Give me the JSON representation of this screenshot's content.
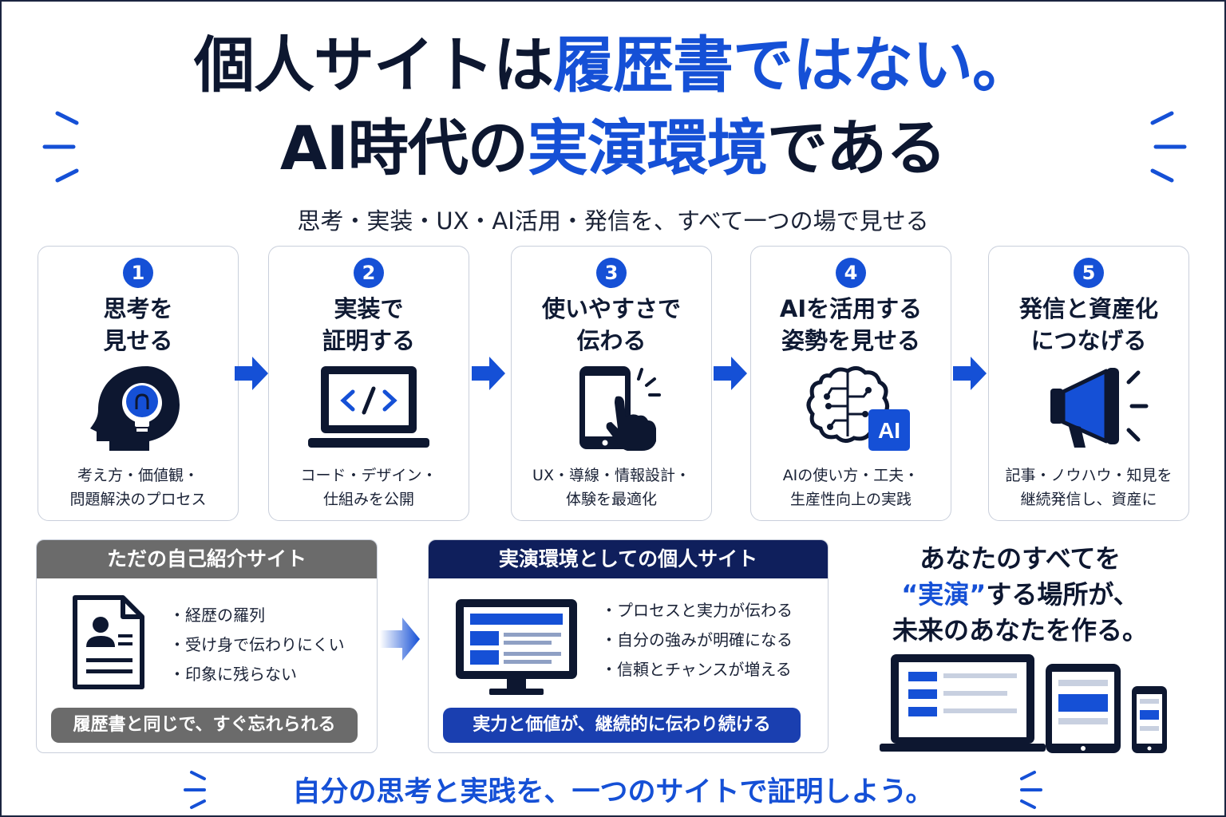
{
  "headline": {
    "line1_dark": "個人サイトは",
    "line1_blue": "履歴書ではない。",
    "line2_dark_a": "AI時代の",
    "line2_blue": "実演環境",
    "line2_dark_b": "である"
  },
  "subtitle": "思考・実装・UX・AI活用・発信を、すべて一つの場で見せる",
  "steps": [
    {
      "num": "1",
      "title": "思考を\n見せる",
      "desc": "考え方・価値観・\n問題解決のプロセス",
      "icon": "head-lightbulb-icon"
    },
    {
      "num": "2",
      "title": "実装で\n証明する",
      "desc": "コード・デザイン・\n仕組みを公開",
      "icon": "laptop-code-icon"
    },
    {
      "num": "3",
      "title": "使いやすさで\n伝わる",
      "desc": "UX・導線・情報設計・\n体験を最適化",
      "icon": "smartphone-tap-icon"
    },
    {
      "num": "4",
      "title": "AIを活用する\n姿勢を見せる",
      "desc": "AIの使い方・工夫・\n生産性向上の実践",
      "icon": "brain-ai-icon",
      "badge": "AI"
    },
    {
      "num": "5",
      "title": "発信と資産化\nにつなげる",
      "desc": "記事・ノウハウ・知見を\n継続発信し、資産に",
      "icon": "megaphone-icon"
    }
  ],
  "compare_plain": {
    "heading": "ただの自己紹介サイト",
    "items": [
      "経歴の羅列",
      "受け身で伝わりにくい",
      "印象に残らない"
    ],
    "footer": "履歴書と同じで、すぐ忘れられる"
  },
  "compare_demo": {
    "heading": "実演環境としての個人サイト",
    "items": [
      "プロセスと実力が伝わる",
      "自分の強みが明確になる",
      "信頼とチャンスが増える"
    ],
    "footer": "実力と価値が、継続的に伝わり続ける"
  },
  "tagline": {
    "line1": "あなたのすべてを",
    "quote": "“実演”",
    "line2_rest": "する場所が、",
    "line3": "未来のあなたを作る。"
  },
  "closing": "自分の思考と実践を、一つのサイトで証明しよう。",
  "colors": {
    "accent": "#1550d6",
    "navy": "#0d1730",
    "gray": "#6b6b6b",
    "demo_head": "#0f1f5c",
    "demo_foot": "#1a3fb0"
  }
}
